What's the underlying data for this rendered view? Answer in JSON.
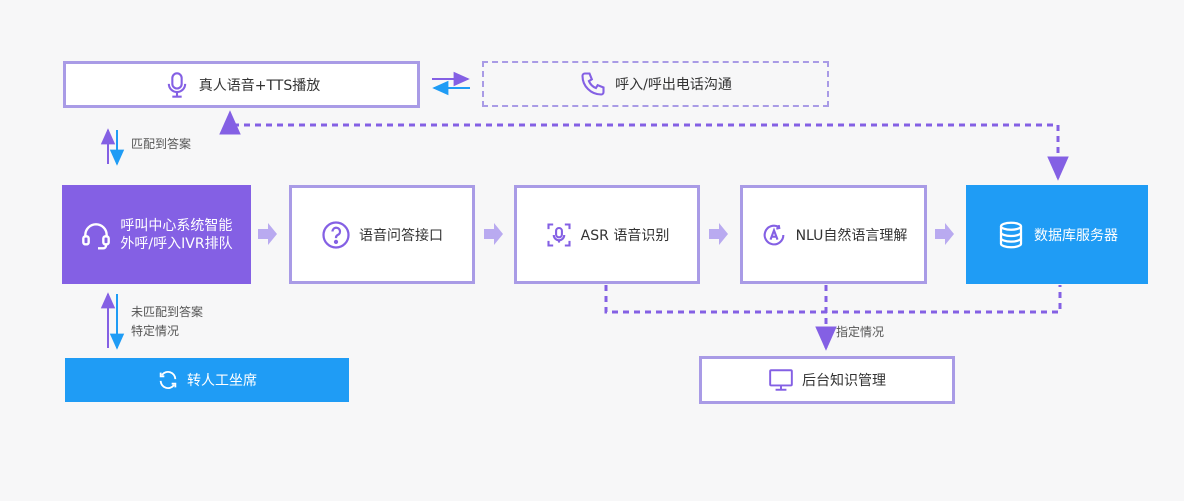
{
  "nodes": {
    "playback": "真人语音+TTS播放",
    "call_comm": "呼入/呼出电话沟通",
    "call_center_line1": "呼叫中心系统智能",
    "call_center_line2": "外呼/呼入IVR排队",
    "qa_interface": "语音问答接口",
    "asr": "ASR 语音识别",
    "nlu": "NLU自然语言理解",
    "database": "数据库服务器",
    "agent": "转人工坐席",
    "backend": "后台知识管理"
  },
  "notes": {
    "matched": "匹配到答案",
    "unmatched_line1": "未匹配到答案",
    "unmatched_line2": "特定情况",
    "specific": "指定情况"
  },
  "colors": {
    "accent_purple": "#8460e4",
    "accent_blue": "#1f9cf5",
    "border_purple": "#a99be6",
    "arrow_lilac": "#b9aaf0"
  },
  "icons": {
    "playback": "microphone-icon",
    "call_comm": "phone-icon",
    "call_center": "headset-icon",
    "qa_interface": "question-icon",
    "asr": "voice-recognition-icon",
    "nlu": "nlu-brain-icon",
    "database": "database-icon",
    "agent": "refresh-icon",
    "backend": "monitor-icon"
  }
}
